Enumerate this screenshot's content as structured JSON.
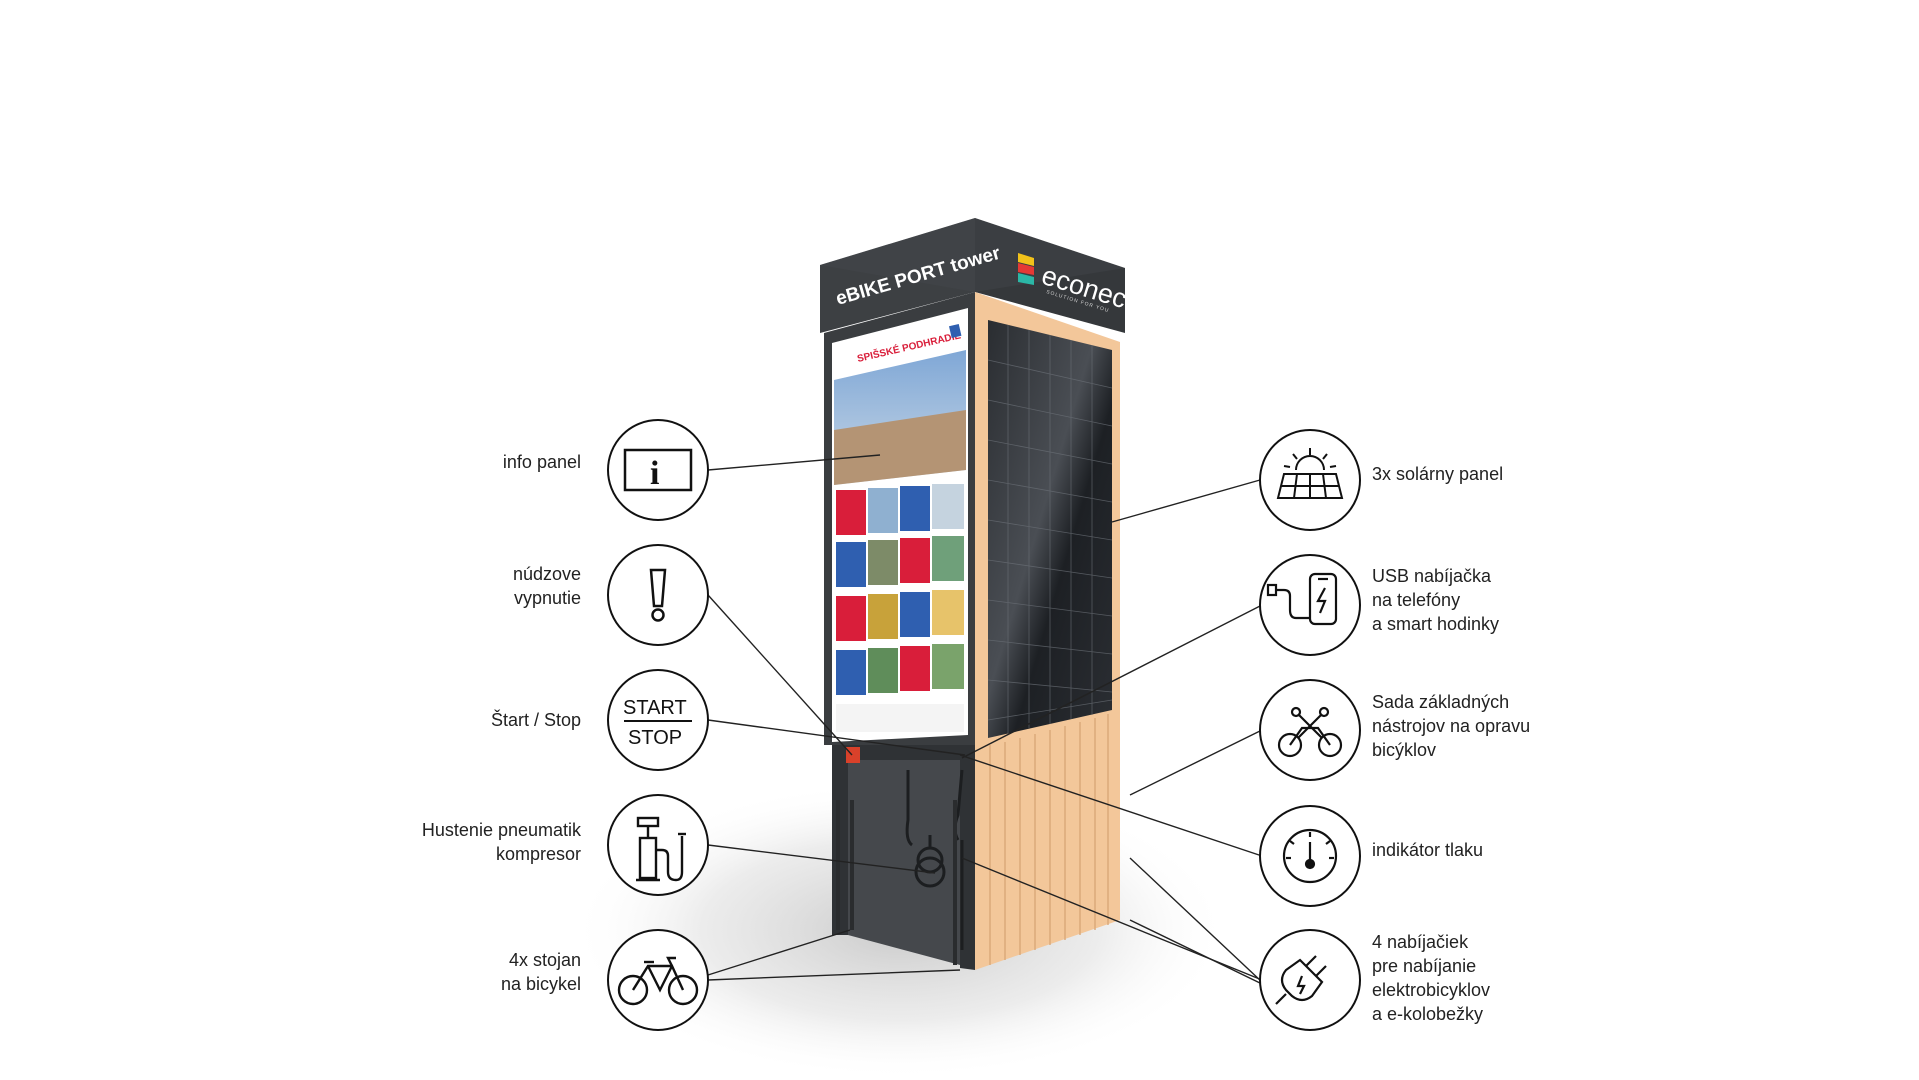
{
  "tower": {
    "title": "eBIKE PORT tower",
    "brand": "econec",
    "brand_tagline": "SOLUTION FOR YOU",
    "poster_title": "SPIŠSKÉ PODHRADIE"
  },
  "features_left": [
    {
      "id": "info-panel",
      "icon": "info-icon",
      "lines": [
        "info panel"
      ]
    },
    {
      "id": "emergency-stop",
      "icon": "exclamation-icon",
      "lines": [
        "núdzove",
        "vypnutie"
      ]
    },
    {
      "id": "start-stop",
      "icon": "start-stop-icon",
      "lines": [
        "Štart / Stop"
      ],
      "icon_text": [
        "START",
        "STOP"
      ]
    },
    {
      "id": "tire-inflation",
      "icon": "air-pump-icon",
      "lines": [
        "Hustenie pneumatik",
        "kompresor"
      ]
    },
    {
      "id": "bike-stand",
      "icon": "bicycle-icon",
      "lines": [
        "4x stojan",
        "na bicykel"
      ]
    }
  ],
  "features_right": [
    {
      "id": "solar-panel",
      "icon": "solar-panel-icon",
      "lines": [
        "3x solárny panel"
      ]
    },
    {
      "id": "usb-charger",
      "icon": "phone-charger-icon",
      "lines": [
        "USB nabíjačka",
        "na telefóny",
        "a smart hodinky"
      ]
    },
    {
      "id": "tool-set",
      "icon": "bike-tools-icon",
      "lines": [
        "Sada základných",
        "nástrojov na opravu",
        "bicýklov"
      ]
    },
    {
      "id": "pressure-gauge",
      "icon": "gauge-icon",
      "lines": [
        "indikátor tlaku"
      ]
    },
    {
      "id": "ebike-chargers",
      "icon": "plug-icon",
      "lines": [
        "4 nabíjačiek",
        "pre nabíjanie",
        "elektrobicyklov",
        "a e-kolobežky"
      ]
    }
  ],
  "colors": {
    "tower_dark": "#3d4043",
    "tower_darker": "#2f3235",
    "wood": "#f3c79a",
    "wood_line": "#d9a878",
    "solar": "#1f2226",
    "accent_red": "#d91e3a",
    "accent_blue": "#2f5fb0",
    "line": "#222222"
  }
}
